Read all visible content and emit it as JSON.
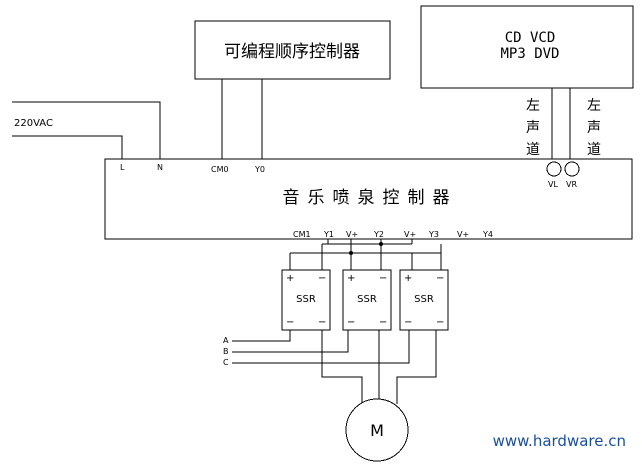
{
  "plc": {
    "label": "可编程顺序控制器"
  },
  "media": {
    "line1": "CD VCD",
    "line2": "MP3 DVD"
  },
  "channels": {
    "left": "左声道",
    "right": "左声道",
    "vl": "VL",
    "vr": "VR"
  },
  "power": {
    "label": "220VAC"
  },
  "controller": {
    "label": "音乐喷泉控制器",
    "top_terminals": [
      "L",
      "N",
      "CM0",
      "Y0"
    ],
    "bottom_terminals": [
      "CM1",
      "Y1",
      "V+",
      "Y2",
      "V+",
      "Y3",
      "V+",
      "Y4"
    ]
  },
  "ssr": {
    "label": "SSR",
    "plus": "+",
    "minus": "−",
    "bottom_left": "−",
    "bottom_right": "−"
  },
  "phases": [
    "A",
    "B",
    "C"
  ],
  "motor": {
    "label": "M"
  },
  "watermark": "www.hardware.cn"
}
